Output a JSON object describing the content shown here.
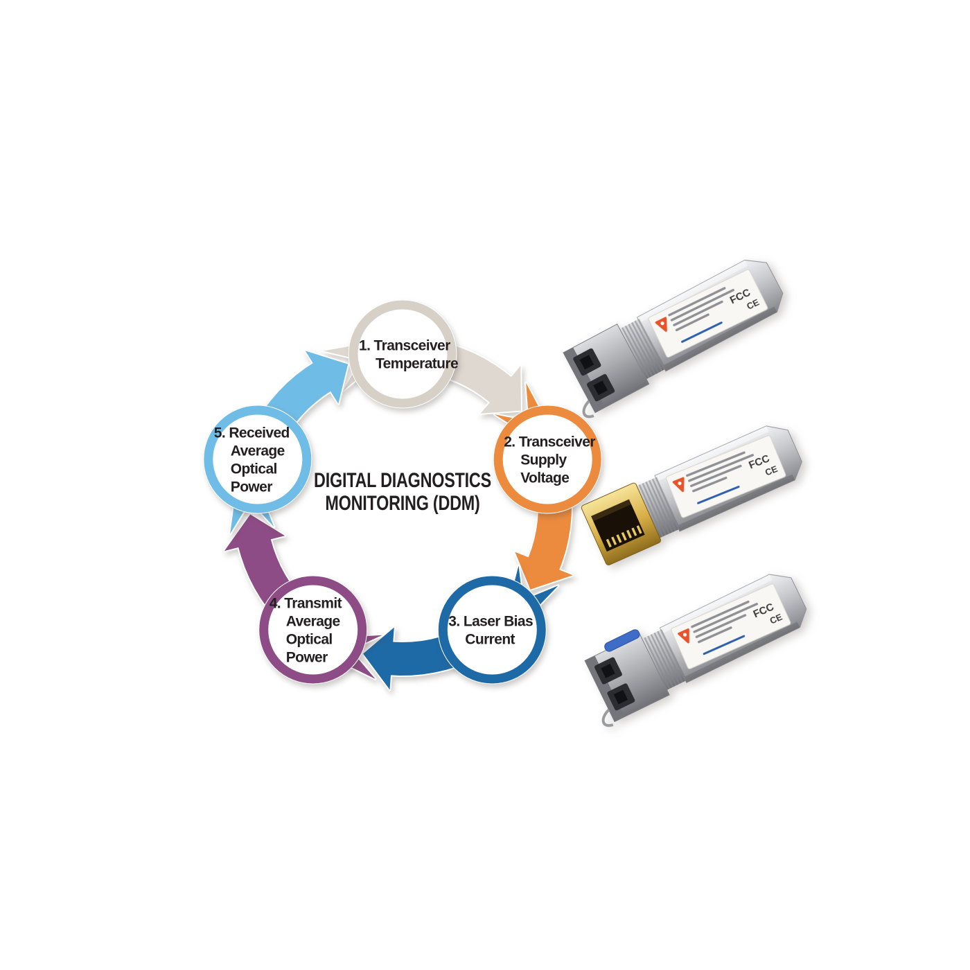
{
  "background": "#ffffff",
  "diagram": {
    "title": {
      "line1": "DIGITAL DIAGNOSTICS",
      "line2": "MONITORING (DDM)"
    },
    "text_color": "#231f20",
    "flow": "clockwise",
    "nodes": [
      {
        "id": "transceiver-temperature",
        "lines": [
          "1. Transceiver",
          "Temperature"
        ],
        "ring_color": "#d6d0c7",
        "arrow_color": "#ded8d0"
      },
      {
        "id": "transceiver-supply-voltage",
        "lines": [
          "2. Transceiver",
          "Supply",
          "Voltage"
        ],
        "ring_color": "#ec8b3e",
        "arrow_color": "#ec8b3e"
      },
      {
        "id": "laser-bias-current",
        "lines": [
          "3. Laser Bias",
          "Current"
        ],
        "ring_color": "#1e6aa7",
        "arrow_color": "#1e6aa7"
      },
      {
        "id": "transmit-average-optical-power",
        "lines": [
          "4. Transmit",
          "Average",
          "Optical",
          "Power"
        ],
        "ring_color": "#8d4c85",
        "arrow_color": "#8d4c85"
      },
      {
        "id": "received-average-optical-power",
        "lines": [
          "5. Received",
          "Average",
          "Optical",
          "Power"
        ],
        "ring_color": "#6fbce6",
        "arrow_color": "#6fbce6"
      }
    ]
  },
  "modules": [
    {
      "id": "sfp-module-fiber-lc-multimode",
      "connector": "lc",
      "marks": {
        "fcc": "FCC",
        "ce": "CE"
      }
    },
    {
      "id": "sfp-module-copper-rj45",
      "connector": "rj45",
      "marks": {
        "fcc": "FCC",
        "ce": "CE"
      }
    },
    {
      "id": "sfp-module-fiber-lc-blue-latch",
      "connector": "lc-blue",
      "marks": {
        "fcc": "FCC",
        "ce": "CE"
      }
    }
  ]
}
